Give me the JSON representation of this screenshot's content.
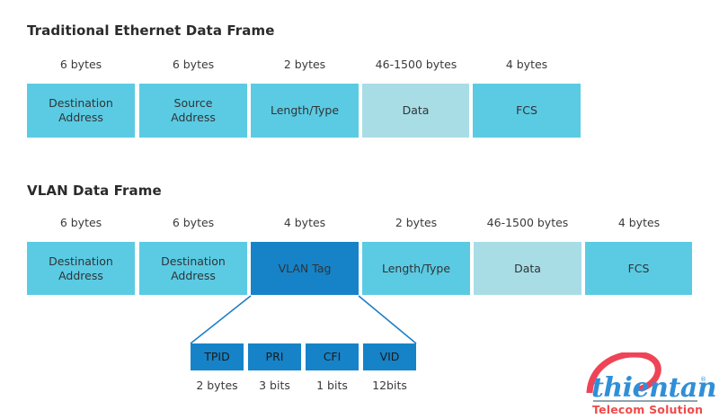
{
  "ethernet_frame": {
    "title": "Traditional Ethernet Data Frame",
    "fields": [
      {
        "size": "6 bytes",
        "label": "Destination\nAddress",
        "color": "#5bcbe3"
      },
      {
        "size": "6 bytes",
        "label": "Source\nAddress",
        "color": "#5bcbe3"
      },
      {
        "size": "2 bytes",
        "label": "Length/Type",
        "color": "#5bcbe3"
      },
      {
        "size": "46-1500 bytes",
        "label": "Data",
        "color": "#a9dde6"
      },
      {
        "size": "4 bytes",
        "label": "FCS",
        "color": "#5bcbe3"
      }
    ]
  },
  "vlan_frame": {
    "title": "VLAN Data Frame",
    "fields": [
      {
        "size": "6 bytes",
        "label": "Destination\nAddress",
        "color": "#5bcbe3"
      },
      {
        "size": "6 bytes",
        "label": "Destination\nAddress",
        "color": "#5bcbe3"
      },
      {
        "size": "4 bytes",
        "label": "VLAN Tag",
        "color": "#1683c8"
      },
      {
        "size": "2 bytes",
        "label": "Length/Type",
        "color": "#5bcbe3"
      },
      {
        "size": "46-1500 bytes",
        "label": "Data",
        "color": "#a9dde6"
      },
      {
        "size": "4 bytes",
        "label": "FCS",
        "color": "#5bcbe3"
      }
    ]
  },
  "vlan_tag_detail": {
    "fields": [
      {
        "label": "TPID",
        "size": "2 bytes"
      },
      {
        "label": "PRI",
        "size": "3 bits"
      },
      {
        "label": "CFI",
        "size": "1 bits"
      },
      {
        "label": "VID",
        "size": "12bits"
      }
    ]
  },
  "logo": {
    "wordmark": "thientan",
    "tagline": "Telecom Solution",
    "trademark": "®",
    "wordmark_color": "#2f8fd8",
    "tagline_color": "#f04a4a",
    "swoosh_color": "#ef4356"
  },
  "palette": {
    "cyan": "#5bcbe3",
    "light_cyan": "#a9dde6",
    "blue": "#1683c8",
    "connector": "#1f7fc4",
    "background": "#ffffff",
    "text": "#2f3438"
  }
}
